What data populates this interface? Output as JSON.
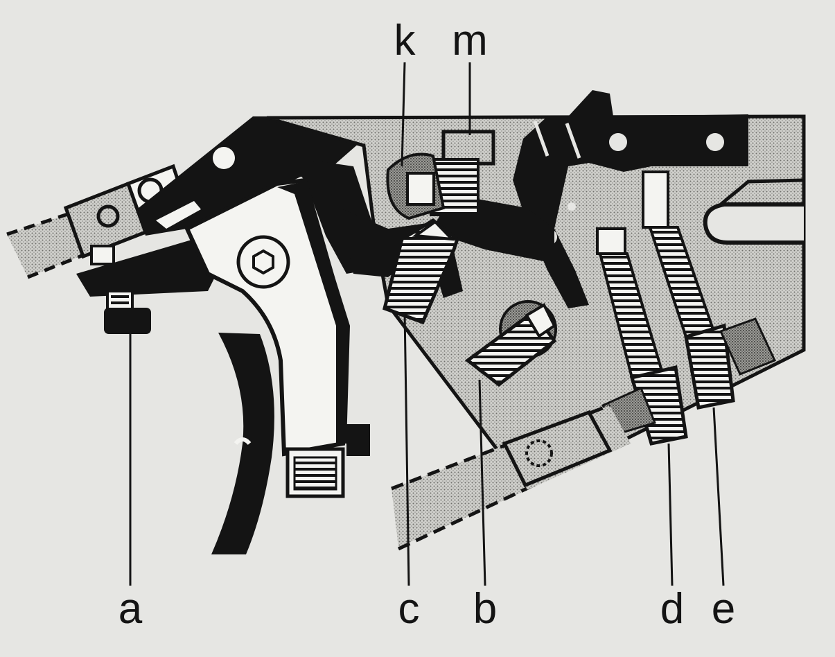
{
  "labels": {
    "a": "a",
    "b": "b",
    "c": "c",
    "d": "d",
    "e": "e",
    "k": "k",
    "m": "m"
  },
  "colors": {
    "background": "#e6e6e3",
    "ink": "#141414",
    "stipple": "#b8b8b4",
    "stipple_dark": "#8c8c88",
    "white": "#f4f4f1"
  }
}
